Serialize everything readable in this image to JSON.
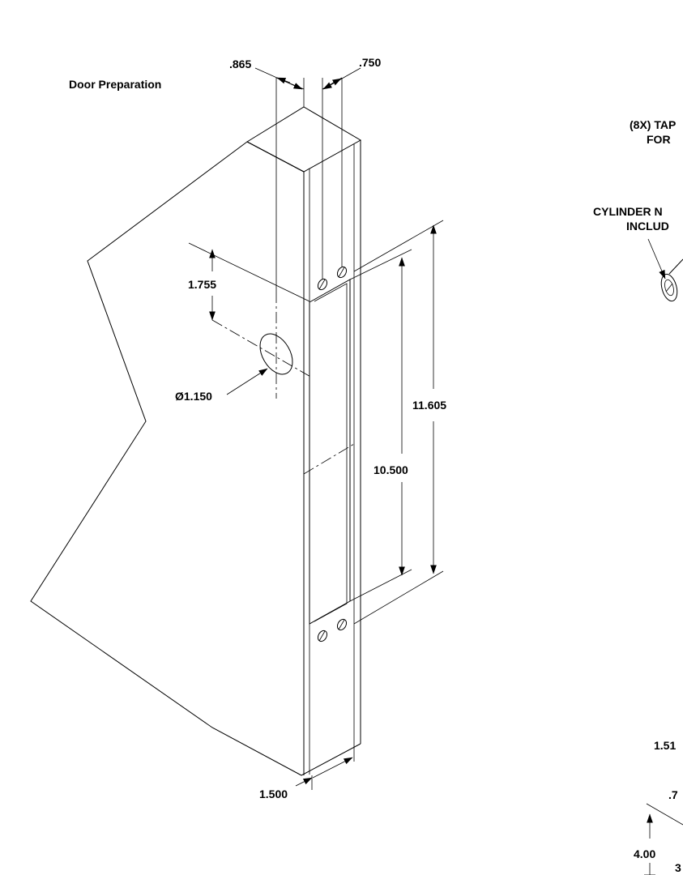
{
  "title": "Door Preparation",
  "dimensions": {
    "d865": ".865",
    "d750": ".750",
    "d1755": "1.755",
    "bore_dia": "Ø1.150",
    "d11605": "11.605",
    "d10500": "10.500",
    "d1500": "1.500"
  },
  "right_notes": {
    "note1_line1": "(8X) TAP",
    "note1_line2": "FOR",
    "note2_line1": "CYLINDER N",
    "note2_line2": "INCLUD",
    "dim_a": "1.51",
    "dim_b": ".7",
    "dim_c": "4.00",
    "dim_d": "3"
  }
}
